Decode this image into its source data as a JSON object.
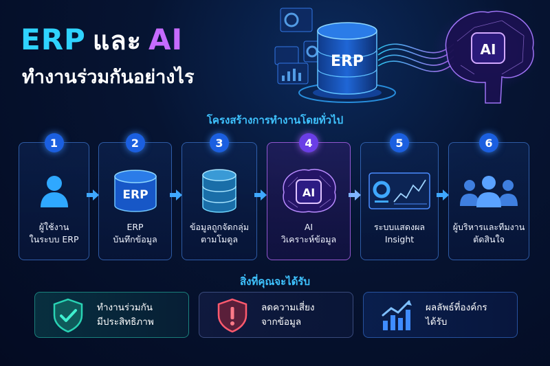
{
  "title": {
    "erp": "ERP",
    "and": "และ",
    "ai": "AI",
    "subtitle": "ทำงานร่วมกันอย่างไร"
  },
  "hero": {
    "erp_label": "ERP",
    "ai_label": "AI"
  },
  "process": {
    "heading": "โครงสร้างการทำงานโดยทั่วไป",
    "steps": [
      {
        "number": "1",
        "line1": "ผู้ใช้งาน",
        "line2": "ในระบบ ERP",
        "icon": "user-icon"
      },
      {
        "number": "2",
        "line1": "ERP",
        "line2": "บันทึกข้อมูล",
        "icon": "erp-database-icon",
        "icon_text": "ERP"
      },
      {
        "number": "3",
        "line1": "ข้อมูลถูกจัดกลุ่ม",
        "line2": "ตามโมดูล",
        "icon": "database-icon"
      },
      {
        "number": "4",
        "line1": "AI",
        "line2": "วิเคราะห์ข้อมูล",
        "icon": "ai-brain-icon",
        "icon_text": "AI"
      },
      {
        "number": "5",
        "line1": "ระบบแสดงผล",
        "line2": "Insight",
        "icon": "dashboard-icon"
      },
      {
        "number": "6",
        "line1": "ผู้บริหารและทีมงาน",
        "line2": "ตัดสินใจ",
        "icon": "team-icon"
      }
    ]
  },
  "benefits": {
    "heading": "สิ่งที่คุณจะได้รับ",
    "items": [
      {
        "line1": "ทำงานร่วมกัน",
        "line2": "มีประสิทธิภาพ",
        "icon": "shield-check-icon"
      },
      {
        "line1": "ลดความเสี่ยง",
        "line2": "จากข้อมูล",
        "icon": "shield-alert-icon"
      },
      {
        "line1": "ผลลัพธ์ที่องค์กร",
        "line2": "ได้รับ",
        "icon": "growth-chart-icon"
      }
    ]
  },
  "colors": {
    "erp": "#2fd3ff",
    "ai": "#c56bff",
    "accent": "#3fc3ff",
    "step_border": "#5096ff",
    "success": "#29d3b4",
    "warning": "#ff5a6e"
  }
}
